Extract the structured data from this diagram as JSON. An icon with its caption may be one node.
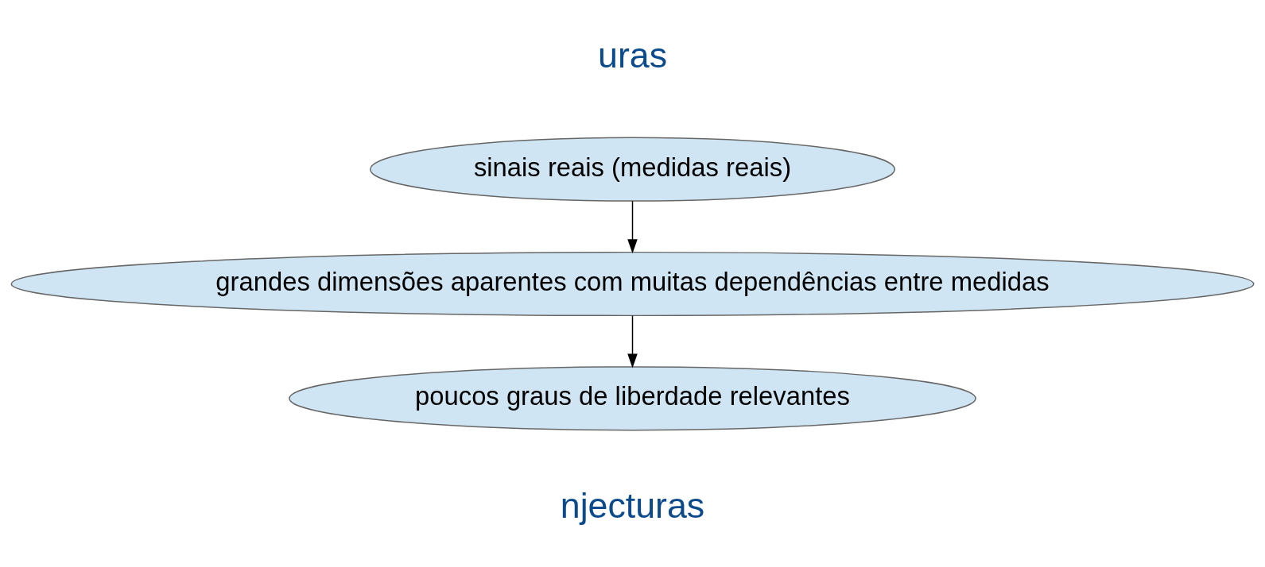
{
  "diagram": {
    "nodes": [
      {
        "text": [
          "sinais reais (medidas reais)"
        ]
      },
      {
        "text": [
          "grandes dimensões aparentes com muitas dependências entre medidas"
        ]
      },
      {
        "text": [
          "poucos graus de liberdade relevantes"
        ]
      }
    ],
    "edges": [
      {
        "from": 0,
        "to": 1,
        "arrow": "to"
      },
      {
        "from": 1,
        "to": 2,
        "arrow": "to"
      }
    ],
    "labels": [
      "uras",
      "njecturas"
    ]
  }
}
